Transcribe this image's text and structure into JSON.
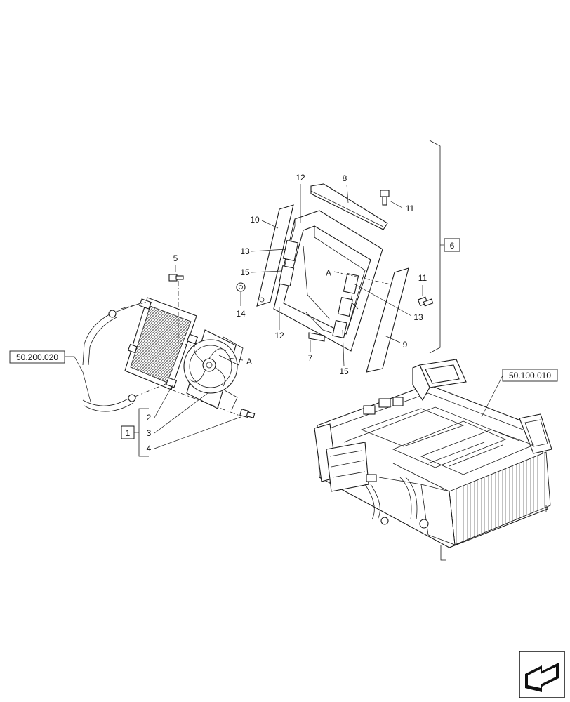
{
  "callouts": {
    "n1": "1",
    "n2": "2",
    "n3": "3",
    "n4": "4",
    "n5": "5",
    "n6": "6",
    "n7": "7",
    "n8": "8",
    "n9": "9",
    "n10": "10",
    "n11a": "11",
    "n11b": "11",
    "n12a": "12",
    "n12b": "12",
    "n13a": "13",
    "n13b": "13",
    "n14": "14",
    "n15a": "15",
    "n15b": "15",
    "markA1": "A",
    "markA2": "A"
  },
  "references": {
    "left": "50.200.020",
    "right": "50.100.010"
  },
  "nav_icon": "next-page-arrow-icon"
}
